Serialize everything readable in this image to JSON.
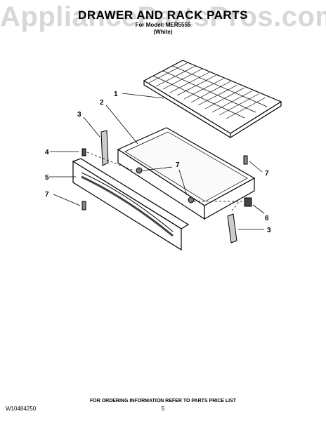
{
  "header": {
    "title": "DRAWER AND RACK PARTS",
    "model_line": "For Model: MER5555",
    "variant": "(White)"
  },
  "watermark": "AppliancePartsPros.com",
  "callouts": {
    "rack": "1",
    "drawer": "2",
    "slide_left": "3",
    "slide_right": "3",
    "screw_left": "4",
    "front_panel": "5",
    "bracket": "6",
    "screw_front": "7",
    "screw_mid": "7",
    "screw_right": "7"
  },
  "footer": {
    "note": "FOR ORDERING INFORMATION REFER TO PARTS PRICE LIST",
    "doc_number": "W10484250",
    "page": "5"
  }
}
